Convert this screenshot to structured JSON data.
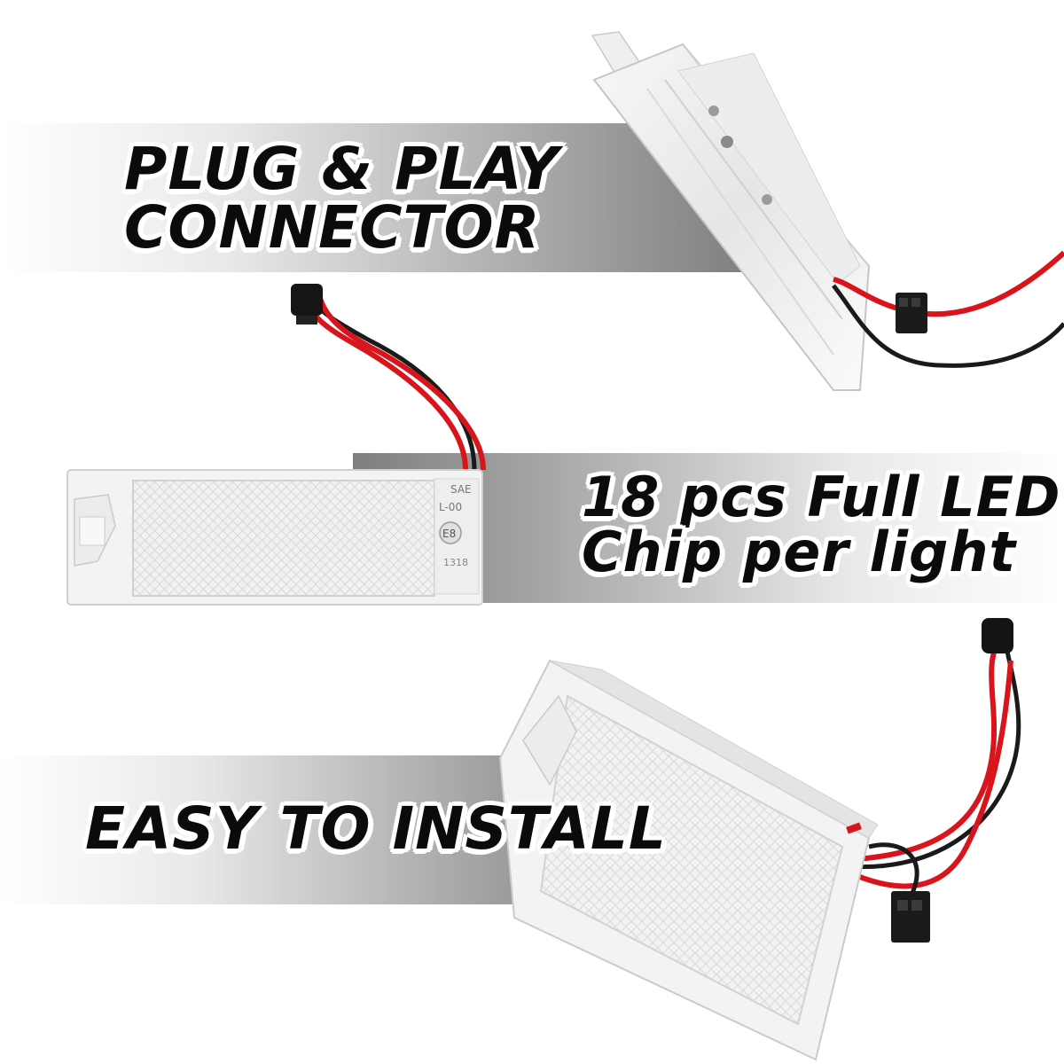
{
  "features": [
    {
      "lines": [
        "PLUG & PLAY",
        "CONNECTOR"
      ]
    },
    {
      "lines": [
        "18 pcs Full LED",
        "Chip per light"
      ]
    },
    {
      "lines": [
        "EASY TO INSTALL"
      ]
    }
  ],
  "lamp_markings": [
    "SAE",
    "L-00",
    "E8",
    "1318"
  ],
  "colors": {
    "wire_red": "#d8141c",
    "wire_black": "#1a1a1a",
    "text": "#0b0b0b",
    "band_dark": "#7e7e7e"
  }
}
